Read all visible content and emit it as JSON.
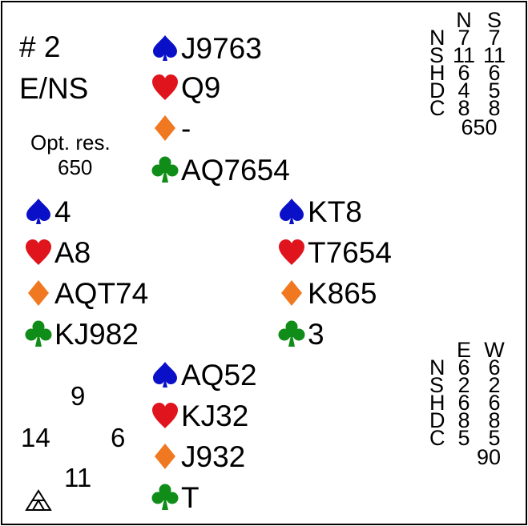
{
  "board": {
    "number": "# 2",
    "dealer_vul": "E/NS",
    "opt_label": "Opt. res.",
    "opt_value": "650"
  },
  "suit_colors": {
    "spades": "#0a10c8",
    "hearts": "#e0141c",
    "diamonds": "#f07820",
    "clubs": "#108c18"
  },
  "hands": {
    "north": {
      "spades": "J9763",
      "hearts": "Q9",
      "diamonds": "-",
      "clubs": "AQ7654"
    },
    "west": {
      "spades": "4",
      "hearts": "A8",
      "diamonds": "AQT74",
      "clubs": "KJ982"
    },
    "east": {
      "spades": "KT8",
      "hearts": "T7654",
      "diamonds": "K865",
      "clubs": "3"
    },
    "south": {
      "spades": "AQ52",
      "hearts": "KJ32",
      "diamonds": "J932",
      "clubs": "T"
    }
  },
  "hcp": {
    "north": "9",
    "west": "14",
    "east": "6",
    "south": "11"
  },
  "ns_table": {
    "header": [
      "N",
      "S"
    ],
    "rows": [
      {
        "label": "N",
        "a": "7",
        "b": "7"
      },
      {
        "label": "S",
        "a": "11",
        "b": "11"
      },
      {
        "label": "H",
        "a": "6",
        "b": "6"
      },
      {
        "label": "D",
        "a": "4",
        "b": "5"
      },
      {
        "label": "C",
        "a": "8",
        "b": "8"
      }
    ],
    "score": "650"
  },
  "ew_table": {
    "header": [
      "E",
      "W"
    ],
    "rows": [
      {
        "label": "N",
        "a": "6",
        "b": "6"
      },
      {
        "label": "S",
        "a": "2",
        "b": "2"
      },
      {
        "label": "H",
        "a": "6",
        "b": "6"
      },
      {
        "label": "D",
        "a": "8",
        "b": "8"
      },
      {
        "label": "C",
        "a": "5",
        "b": "5"
      }
    ],
    "score": "90"
  },
  "logo_icon": "triangle-logo-icon"
}
